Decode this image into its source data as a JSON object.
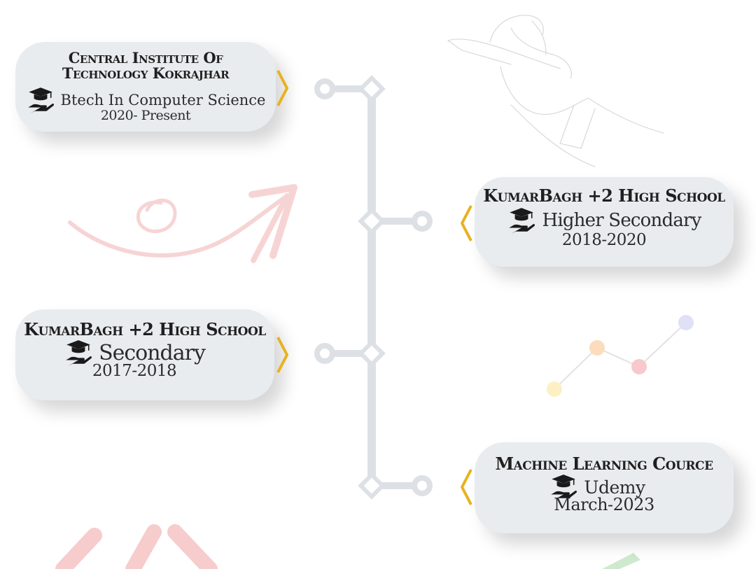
{
  "entries": [
    {
      "title": "Central Institute Of Technology Kokrajhar",
      "subject": "Btech In Computer Science",
      "dates": "2020- Present"
    },
    {
      "title": "KumarBagh +2 High School",
      "subject": "Higher Secondary",
      "dates": "2018-2020"
    },
    {
      "title": "KumarBagh +2 High School",
      "subject": "Secondary",
      "dates": "2017-2018"
    },
    {
      "title": "Machine Learning Cource",
      "subject": "Udemy",
      "dates": "March-2023"
    }
  ],
  "icons": {
    "cap": "graduation-hand-icon",
    "connector": "chevron-icon"
  },
  "colors": {
    "card_bg": "#e9ecef",
    "timeline": "#dde1e5",
    "chevron": "#e8b21f",
    "arrow_deco": "#f6c9c9",
    "dot_yellow": "#fbeec2",
    "dot_orange": "#fbd9b8",
    "dot_pink": "#f7c4c8",
    "dot_lavender": "#dcdcf5"
  }
}
